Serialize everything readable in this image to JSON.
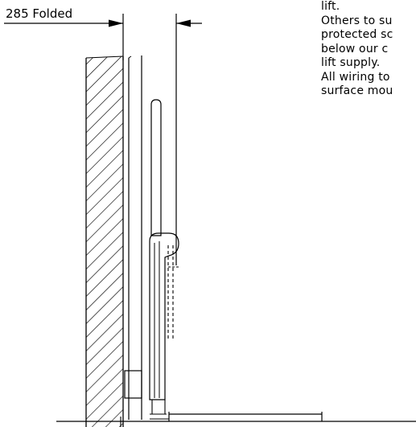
{
  "dimension": {
    "label": "285 Folded"
  },
  "notes": [
    "lift.",
    "Others to su",
    "protected sc",
    "below our c",
    "lift supply.",
    "All wiring to",
    "surface mou"
  ],
  "colors": {
    "line": "#000000",
    "background": "#ffffff"
  }
}
